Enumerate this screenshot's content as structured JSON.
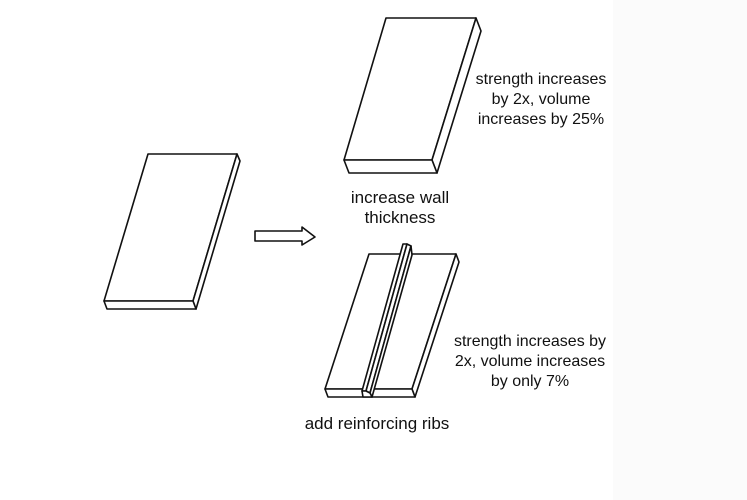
{
  "top_option": {
    "caption": [
      "increase wall",
      "thickness"
    ],
    "note": [
      "strength increases",
      "by 2x, volume",
      "increases by 25%"
    ]
  },
  "bottom_option": {
    "caption": [
      "add reinforcing ribs"
    ],
    "note": [
      "strength increases by",
      "2x, volume increases",
      "by only 7%"
    ]
  },
  "colors": {
    "line": "#111111",
    "background": "#ffffff"
  },
  "icons": {
    "arrow": "right-arrow-icon"
  }
}
